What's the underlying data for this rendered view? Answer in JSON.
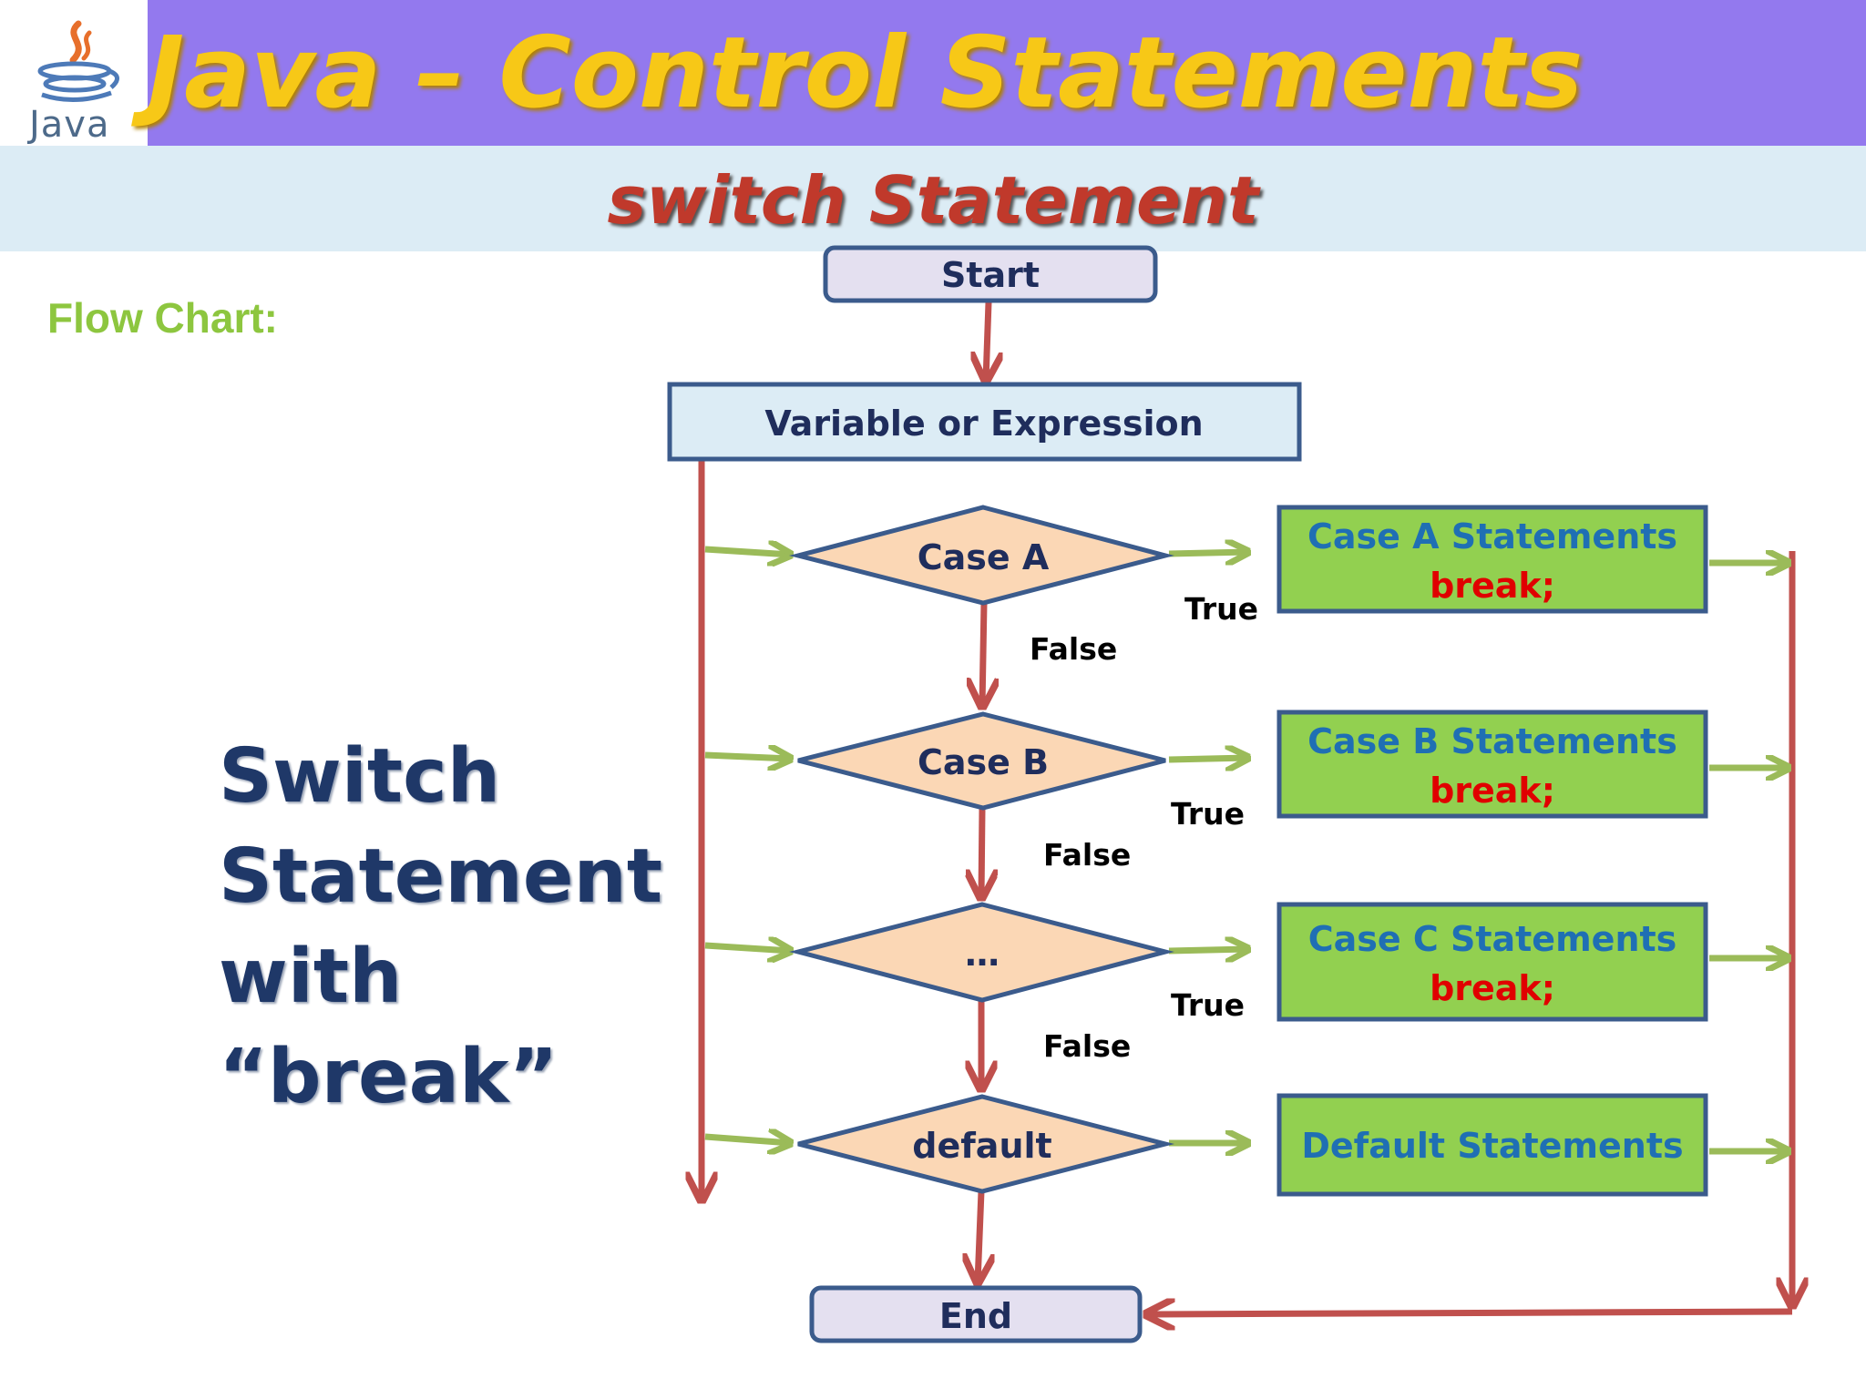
{
  "header": {
    "logo_text": "Java",
    "title": "Java – Control Statements",
    "subtitle": "switch Statement"
  },
  "flow_chart_label": "Flow Chart:",
  "side_caption": [
    "Switch",
    "Statement",
    "with",
    "“break”"
  ],
  "nodes": {
    "start": "Start",
    "variable": "Variable or Expression",
    "case_a": "Case A",
    "case_b": "Case B",
    "case_c": "…",
    "default": "default",
    "end": "End",
    "case_a_statements": "Case A Statements",
    "case_b_statements": "Case B Statements",
    "case_c_statements": "Case C Statements",
    "default_statements": "Default Statements",
    "break_label": "break;"
  },
  "edge_labels": {
    "true": "True",
    "false": "False"
  },
  "colors": {
    "title_band": "#9379ee",
    "title_text": "#f7c817",
    "subtitle_band": "#dcecf5",
    "subtitle_text": "#c0392b",
    "flow_label": "#8dc63f",
    "terminal_fill": "#e4e0f0",
    "diamond_fill": "#fbd7b5",
    "statement_fill": "#92d050",
    "border": "#3b5b8c",
    "red_arrow": "#c0504d",
    "green_arrow": "#9bbb59",
    "statement_text": "#1f6fb4",
    "break_text": "#e00000",
    "node_text": "#1f2d5c"
  }
}
